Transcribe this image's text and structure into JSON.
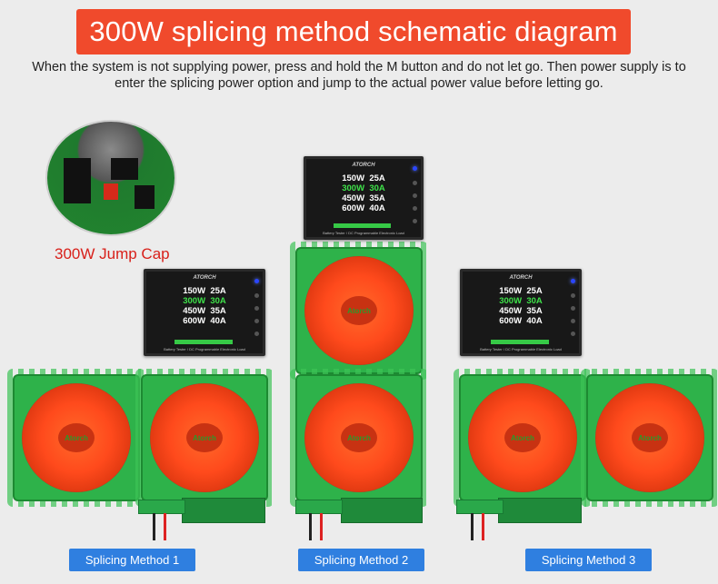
{
  "title": "300W splicing method schematic diagram",
  "description": "When the system is not supplying power, press and hold the M button and do not let go. Then power supply is to enter the splicing power option and jump to the actual power value before letting go.",
  "jump_cap_label": "300W Jump Cap",
  "meter": {
    "brand": "ATORCH",
    "rows": [
      {
        "w": "150W",
        "a": "25A",
        "highlight": false
      },
      {
        "w": "300W",
        "a": "30A",
        "highlight": true
      },
      {
        "w": "450W",
        "a": "35A",
        "highlight": false
      },
      {
        "w": "600W",
        "a": "40A",
        "highlight": false
      }
    ],
    "footer": "Battery Tester / DC Programmable Electronic Load"
  },
  "fan_logo": "Atorch",
  "methods": [
    "Splicing Method 1",
    "Splicing Method 2",
    "Splicing Method 3"
  ],
  "colors": {
    "banner": "#f04a2c",
    "method_button": "#2f7fe0",
    "highlight_text": "#3fe24a",
    "jump_label": "#d8201a",
    "pcb": "#2eb24a",
    "fan": "#ff4a1c"
  }
}
